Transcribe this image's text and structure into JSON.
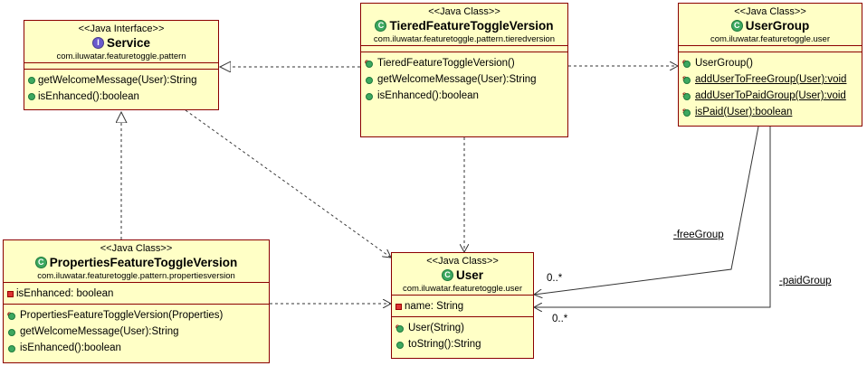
{
  "classes": {
    "service": {
      "stereotype": "<<Java Interface>>",
      "name": "Service",
      "package": "com.iluwatar.featuretoggle.pattern",
      "methods": [
        "getWelcomeMessage(User):String",
        "isEnhanced():boolean"
      ]
    },
    "tiered": {
      "stereotype": "<<Java Class>>",
      "name": "TieredFeatureToggleVersion",
      "package": "com.iluwatar.featuretoggle.pattern.tieredversion",
      "methods": [
        "TieredFeatureToggleVersion()",
        "getWelcomeMessage(User):String",
        "isEnhanced():boolean"
      ]
    },
    "usergroup": {
      "stereotype": "<<Java Class>>",
      "name": "UserGroup",
      "package": "com.iluwatar.featuretoggle.user",
      "methods": [
        "UserGroup()",
        "addUserToFreeGroup(User):void",
        "addUserToPaidGroup(User):void",
        "isPaid(User):boolean"
      ]
    },
    "properties": {
      "stereotype": "<<Java Class>>",
      "name": "PropertiesFeatureToggleVersion",
      "package": "com.iluwatar.featuretoggle.pattern.propertiesversion",
      "fields": [
        "isEnhanced: boolean"
      ],
      "methods": [
        "PropertiesFeatureToggleVersion(Properties)",
        "getWelcomeMessage(User):String",
        "isEnhanced():boolean"
      ]
    },
    "user": {
      "stereotype": "<<Java Class>>",
      "name": "User",
      "package": "com.iluwatar.featuretoggle.user",
      "fields": [
        "name: String"
      ],
      "methods": [
        "User(String)",
        "toString():String"
      ]
    }
  },
  "edges": {
    "free_group_label": "-freeGroup",
    "paid_group_label": "-paidGroup",
    "free_mult": "0..*",
    "paid_mult": "0..*"
  },
  "icons": {
    "class_letter": "C",
    "interface_letter": "I",
    "constructor_mark": "c",
    "static_mark": "s"
  }
}
